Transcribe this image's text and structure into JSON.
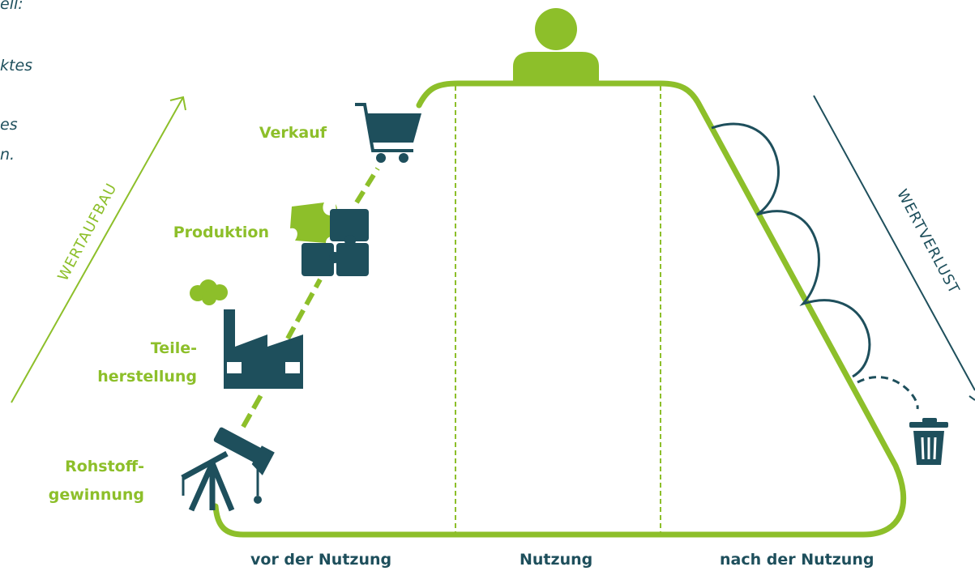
{
  "intro_fragments": [
    "ell:",
    "ktes",
    "es",
    "n."
  ],
  "stages": {
    "sale": "Verkauf",
    "production": "Produktion",
    "parts_line1": "Teile-",
    "parts_line2": "herstellung",
    "raw_line1": "Rohstoff-",
    "raw_line2": "gewinnung"
  },
  "phases": {
    "before": "vor der Nutzung",
    "use": "Nutzung",
    "after": "nach der Nutzung"
  },
  "axes": {
    "value_build": "WERTAUFBAU",
    "value_loss": "WERTVERLUST"
  },
  "colors": {
    "green": "#8dbf2a",
    "dark_teal": "#1e4f5c"
  },
  "icons": [
    "oil-pump-icon",
    "factory-icon",
    "puzzle-icon",
    "shopping-cart-icon",
    "person-icon",
    "trash-icon"
  ]
}
